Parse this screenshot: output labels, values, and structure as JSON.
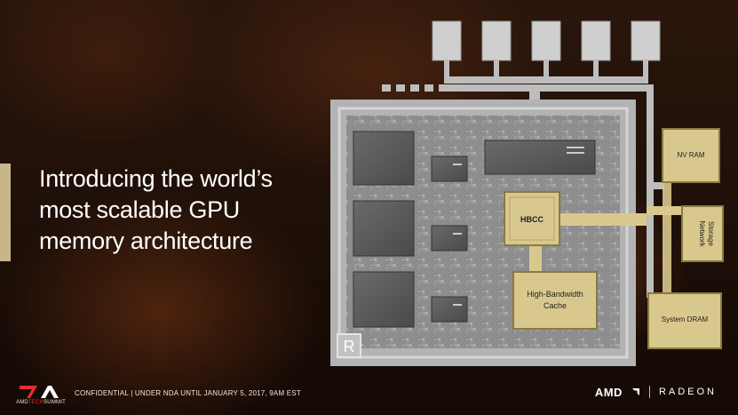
{
  "headline": {
    "lines": [
      "Introducing the world’s",
      "most scalable GPU",
      "memory architecture"
    ]
  },
  "diagram": {
    "hbcc_label": "HBCC",
    "cache_label": [
      "High-Bandwidth",
      "Cache"
    ],
    "nv_ram_label": "NV RAM",
    "network_storage_label": [
      "Network",
      "Storage"
    ],
    "system_dram_label": "System DRAM",
    "die_mark": "R"
  },
  "footer": {
    "event_logo": {
      "prefix": "AMD",
      "highlight": "TECH",
      "suffix": "SUMMIT"
    },
    "confidential": "CONFIDENTIAL | UNDER NDA UNTIL JANUARY 5, 2017, 9AM EST",
    "brand_amd": "AMD",
    "brand_radeon": "RADEON"
  },
  "colors": {
    "gold": "#d9c88e",
    "gold_border": "#8c7a3e",
    "die_gray": "#a9a9a9",
    "accent_bar": "#c9b58a"
  }
}
